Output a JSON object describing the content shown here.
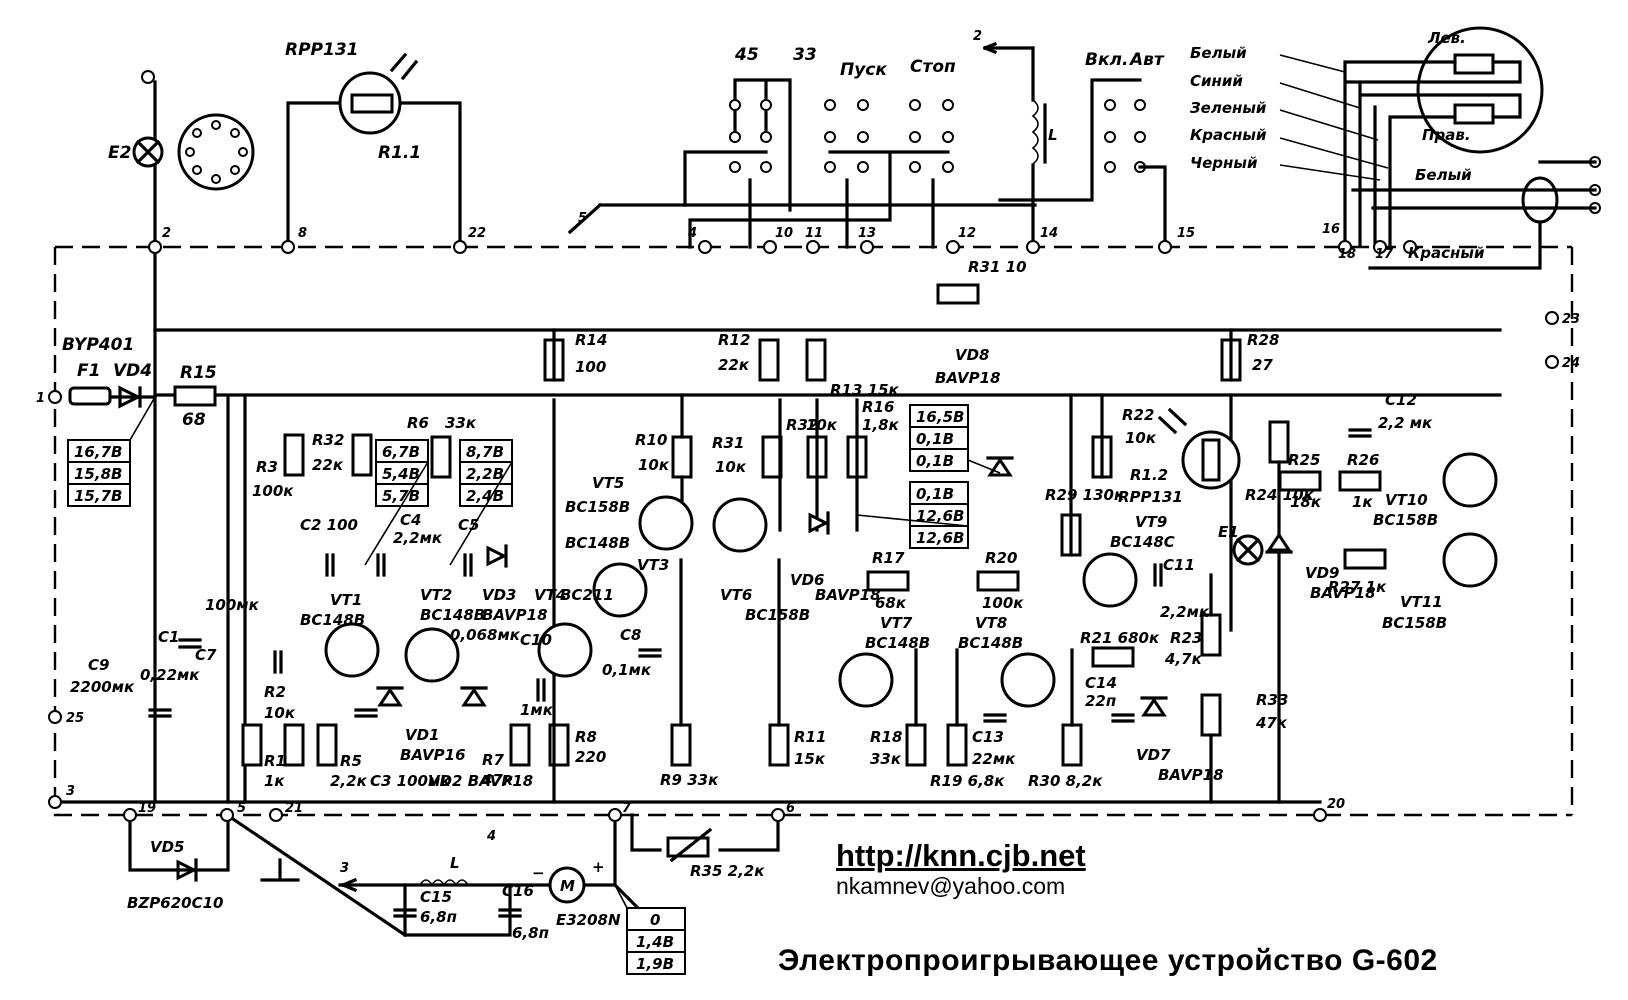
{
  "title": "Электропроигрывающее устройство G-602",
  "footer": {
    "url": "http://knn.cjb.net",
    "email": "nkamnev@yahoo.com"
  },
  "switches": {
    "s45": "45",
    "s33": "33",
    "start": "Пуск",
    "stop": "Стоп",
    "on": "Вкл.",
    "auto": "Авт"
  },
  "wires": [
    "Белый",
    "Синий",
    "Зеленый",
    "Красный",
    "Черный"
  ],
  "cartridge": {
    "left": "Лев.",
    "right": "Прав.",
    "out_white": "Белый",
    "out_red": "Красный"
  },
  "arrows": {
    "to2": "2",
    "to5": "5",
    "to4": "4",
    "to3": "3"
  },
  "terminals": [
    "1",
    "2",
    "3",
    "4",
    "5",
    "6",
    "7",
    "8",
    "10",
    "11",
    "12",
    "13",
    "14",
    "15",
    "16",
    "17",
    "18",
    "19",
    "20",
    "21",
    "22",
    "23",
    "24",
    "25"
  ],
  "components": {
    "E2": "E2",
    "RPP131_top": "RPP131",
    "R1_1": "R1.1",
    "F1": "F1",
    "VD4": "VD4",
    "VD4_type": "BYP401",
    "R15": "R15",
    "R15_val": "68",
    "R3": "R3",
    "R3_val": "100к",
    "R32a": "R32",
    "R32a_val": "22к",
    "R6": "R6",
    "R6_val": "33к",
    "C2": "C2 100",
    "C4": "C4",
    "C4_val": "2,2мк",
    "C5": "C5",
    "C5_val": "0,068мк",
    "VD3": "VD3",
    "VD3_type": "BAVP18",
    "C1": "C1",
    "C1_val": "0,22мк",
    "VT1": "VT1",
    "VT1_type": "BC148B",
    "VT2": "VT2",
    "VT2_type": "BC148B",
    "C7": "C7",
    "C7_val": "100мк",
    "C9": "C9",
    "C9_val": "2200мк",
    "R2": "R2",
    "R2_val": "10к",
    "R1": "R1",
    "R1_val": "1к",
    "R5": "R5",
    "R5_val": "2,2к",
    "C3": "C3 100мк",
    "VD1": "VD1",
    "VD1_type": "BAVP16",
    "VD2": "VD2 BAVP18",
    "R7": "R7",
    "R7_val": "47к",
    "C10": "C10",
    "C10_val": "1мк",
    "VT4": "VT4",
    "VT4_type": "BC211",
    "R8": "R8",
    "R8_val": "220",
    "R14": "R14",
    "R14_val": "100",
    "VT5": "VT5",
    "VT5_type": "BC158B",
    "VT3_type": "BC148B",
    "VT3": "VT3",
    "C8": "C8",
    "C8_val": "0,1мк",
    "R9": "R9 33к",
    "R10": "R10",
    "R10_val": "10к",
    "VT6": "VT6",
    "VT6_type": "BC158B",
    "R12": "R12",
    "R12_val": "22к",
    "R13": "R13 15к",
    "R31a": "R31",
    "R31a_val": "10к",
    "R32b": "R32",
    "R32b_val": "10к",
    "R16": "R16",
    "R16_val": "1,8к",
    "VD6": "VD6",
    "VD6_type": "BAVP18",
    "R11": "R11",
    "R11_val": "15к",
    "R35": "R35 2,2к",
    "M": "M",
    "motor": "E3208N",
    "R31b": "R31 10",
    "VD8": "VD8",
    "VD8_type": "BAVP18",
    "R17": "R17",
    "R17_val": "68к",
    "R20": "R20",
    "R20_val": "100к",
    "VT7": "VT7",
    "VT7_type": "BC148B",
    "VT8": "VT8",
    "VT8_type": "BC148B",
    "R18": "R18",
    "R18_val": "33к",
    "R19": "R19 6,8к",
    "C13": "C13",
    "C13_val": "22мк",
    "R30": "R30 8,2к",
    "R29": "R29 130к",
    "R22": "R22",
    "R22_val": "10к",
    "R1_2": "R1.2",
    "RPP131_mid": "RPP131",
    "VT9": "VT9",
    "VT9_type": "BC148C",
    "C11": "C11",
    "C11_val": "2,2мк",
    "R21": "R21 680к",
    "R23": "R23",
    "R23_val": "4,7к",
    "C14": "C14",
    "C14_val": "22п",
    "VD7": "VD7",
    "VD7_type": "BAVP18",
    "R33": "R33",
    "R33_val": "47к",
    "E1": "E1",
    "R28": "R28",
    "R28_val": "27",
    "R24": "R24 10к",
    "R25": "R25",
    "R25_val": "18к",
    "R26": "R26",
    "R26_val": "1к",
    "C12": "C12",
    "C12_val": "2,2 мк",
    "VD9": "VD9",
    "VD9_type": "BAVP18",
    "R27": "R27 1к",
    "VT10": "VT10",
    "VT10_type": "BC158B",
    "VT11": "VT11",
    "VT11_type": "BC158B",
    "VD5": "VD5",
    "VD5_type": "BZP620C10",
    "L": "L",
    "C15": "C15",
    "C15_val": "6,8п",
    "C16": "C16",
    "C16_val": "6,8п",
    "L_coil": "L"
  },
  "voltage_tables": {
    "supply": [
      "16,7В",
      "15,8В",
      "15,7В"
    ],
    "vt1": [
      "6,7В",
      "5,4В",
      "5,7В"
    ],
    "vt2": [
      "8,7В",
      "2,2В",
      "2,4В"
    ],
    "vd8": [
      "16,5В",
      "0,1В",
      "0,1В"
    ],
    "vt6": [
      "0,1В",
      "12,6В",
      "12,6В"
    ],
    "motor": [
      "0",
      "1,4В",
      "1,9В"
    ]
  },
  "motor_polarity": {
    "minus": "−",
    "plus": "+"
  }
}
